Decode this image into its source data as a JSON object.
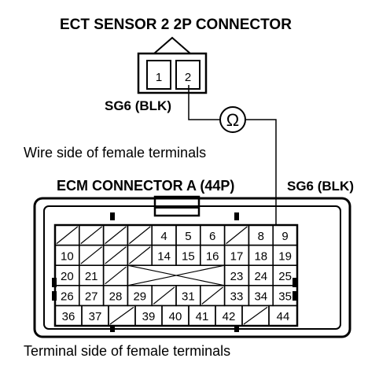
{
  "title": "ECT SENSOR 2 2P CONNECTOR",
  "sensor_connector": {
    "pins": [
      "1",
      "2"
    ]
  },
  "sg6_left_label": "SG6 (BLK)",
  "ohm_symbol": "Ω",
  "wire_side_label": "Wire side of female terminals",
  "ecm_label": "ECM CONNECTOR A (44P)",
  "sg6_right_label": "SG6 (BLK)",
  "terminal_side_label": "Terminal side of female terminals",
  "ecm_rows": [
    [
      "",
      "",
      "",
      "",
      "4",
      "5",
      "6",
      "",
      "8",
      "9"
    ],
    [
      "10",
      "",
      "",
      "",
      "14",
      "15",
      "16",
      "17",
      "18",
      "19"
    ],
    [
      "20",
      "21",
      "",
      "",
      "",
      "",
      "",
      "23",
      "24",
      "25"
    ],
    [
      "26",
      "27",
      "28",
      "29",
      "",
      "31",
      "",
      "33",
      "34",
      "35"
    ],
    [
      "36",
      "37",
      "",
      "39",
      "40",
      "41",
      "42",
      "",
      "44"
    ]
  ]
}
